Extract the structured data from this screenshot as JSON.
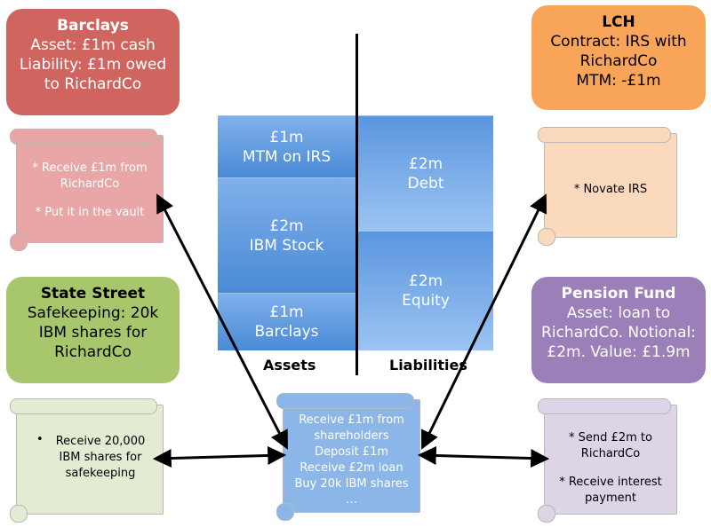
{
  "barclays": {
    "title": "Barclays",
    "lines": [
      "Asset: £1m cash",
      "Liability: £1m owed",
      "to RichardCo"
    ],
    "color": "#d06560",
    "scroll": [
      "* Receive £1m from RichardCo",
      "* Put it in the vault"
    ],
    "scroll_color": "#e8a7a6"
  },
  "lch": {
    "title": "LCH",
    "lines": [
      "Contract: IRS with",
      "RichardCo",
      "MTM: -£1m"
    ],
    "color": "#f8a55a",
    "scroll": [
      "* Novate IRS"
    ],
    "scroll_color": "#fbd9bd"
  },
  "state_street": {
    "title": "State Street",
    "lines": [
      "Safekeeping: 20k",
      "IBM shares for",
      "RichardCo"
    ],
    "color": "#a8c76d",
    "scroll": [
      "Receive 20,000 IBM shares for safekeeping"
    ],
    "scroll_bullet": "•",
    "scroll_color": "#e3ecd2"
  },
  "pension": {
    "title": "Pension Fund",
    "lines": [
      "Asset: loan to",
      "RichardCo. Notional:",
      "£2m. Value: £1.9m"
    ],
    "color": "#9b7fb9",
    "scroll": [
      "* Send £2m to RichardCo",
      "* Receive interest payment"
    ],
    "scroll_color": "#ddd4e6"
  },
  "balance_sheet": {
    "assets": [
      {
        "amount": "£1m",
        "label": "MTM on IRS"
      },
      {
        "amount": "£2m",
        "label": "IBM Stock"
      },
      {
        "amount": "£1m",
        "label": "Barclays"
      }
    ],
    "liabilities": [
      {
        "amount": "£2m",
        "label": "Debt"
      },
      {
        "amount": "£2m",
        "label": "Equity"
      }
    ],
    "assets_label": "Assets",
    "liabilities_label": "Liabilities"
  },
  "center_scroll": {
    "lines": [
      "Receive £1m from",
      "shareholders",
      "Deposit £1m",
      "Receive £2m loan",
      "Buy 20k IBM shares",
      "…"
    ],
    "color": "#8db6e8"
  }
}
